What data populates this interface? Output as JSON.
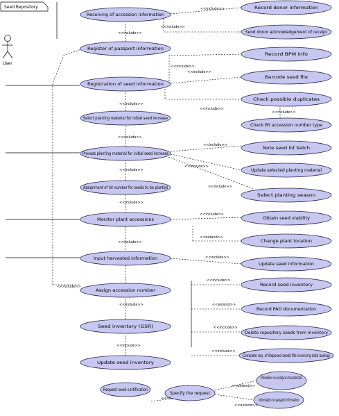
{
  "frame": {
    "title": "Seed Repository"
  },
  "actors": [
    {
      "id": "user",
      "label": "User"
    }
  ],
  "use_cases": [
    {
      "id": "uc_receive",
      "label": "Receiving of accession information"
    },
    {
      "id": "uc_record_donor",
      "label": "Record donor information"
    },
    {
      "id": "uc_send_donor",
      "label": "Send donor acknowledgement of receipt"
    },
    {
      "id": "uc_register_passport",
      "label": "Register of passport information"
    },
    {
      "id": "uc_record_bpm",
      "label": "Record BPM info"
    },
    {
      "id": "uc_register_seed",
      "label": "Registration of seed information"
    },
    {
      "id": "uc_barcode",
      "label": "Barcode seed file"
    },
    {
      "id": "uc_check_duplicates",
      "label": "Check possible duplicates"
    },
    {
      "id": "uc_check_by",
      "label": "Check BY accession number type"
    },
    {
      "id": "uc_select_planting",
      "label": "Select planting material for initial seed increase"
    },
    {
      "id": "uc_note_batch",
      "label": "Note seed lot batch"
    },
    {
      "id": "uc_process_planting",
      "label": "Process planting material for initial seed increase"
    },
    {
      "id": "uc_update_selected",
      "label": "Update selected planting material"
    },
    {
      "id": "uc_select_season",
      "label": "Select planting season"
    },
    {
      "id": "uc_assign_lot",
      "label": "Assignment of lot number for seeds to be planted"
    },
    {
      "id": "uc_monitor",
      "label": "Monitor plant accessions"
    },
    {
      "id": "uc_obtain_viability",
      "label": "Obtain seed viability"
    },
    {
      "id": "uc_change_location",
      "label": "Change plant location"
    },
    {
      "id": "uc_input_harvest",
      "label": "Input harvested information"
    },
    {
      "id": "uc_update_seed_info",
      "label": "Update seed information"
    },
    {
      "id": "uc_record_inventory",
      "label": "Record seed inventory"
    },
    {
      "id": "uc_assign_accession",
      "label": "Assign accession number"
    },
    {
      "id": "uc_record_pao",
      "label": "Record PAO documentation"
    },
    {
      "id": "uc_seed_inventory_g",
      "label": "Seed inventory (GSR)"
    },
    {
      "id": "uc_delete_repository",
      "label": "Delete repository seeds from inventory"
    },
    {
      "id": "uc_complete_disposed",
      "label": "Complete reg. of disposed seeds file involving data backup"
    },
    {
      "id": "uc_update_seed_inventory",
      "label": "Update seed inventory"
    },
    {
      "id": "uc_request_certification",
      "label": "Request seed certification"
    },
    {
      "id": "uc_specify_request",
      "label": "Specify the request"
    },
    {
      "id": "uc_information_characteristics",
      "label": "Information on ecological characteristics"
    },
    {
      "id": "uc_information_passport",
      "label": "Information on passport information"
    }
  ],
  "relations": {
    "include": "<<include>>",
    "extend": "<<extend>>"
  }
}
